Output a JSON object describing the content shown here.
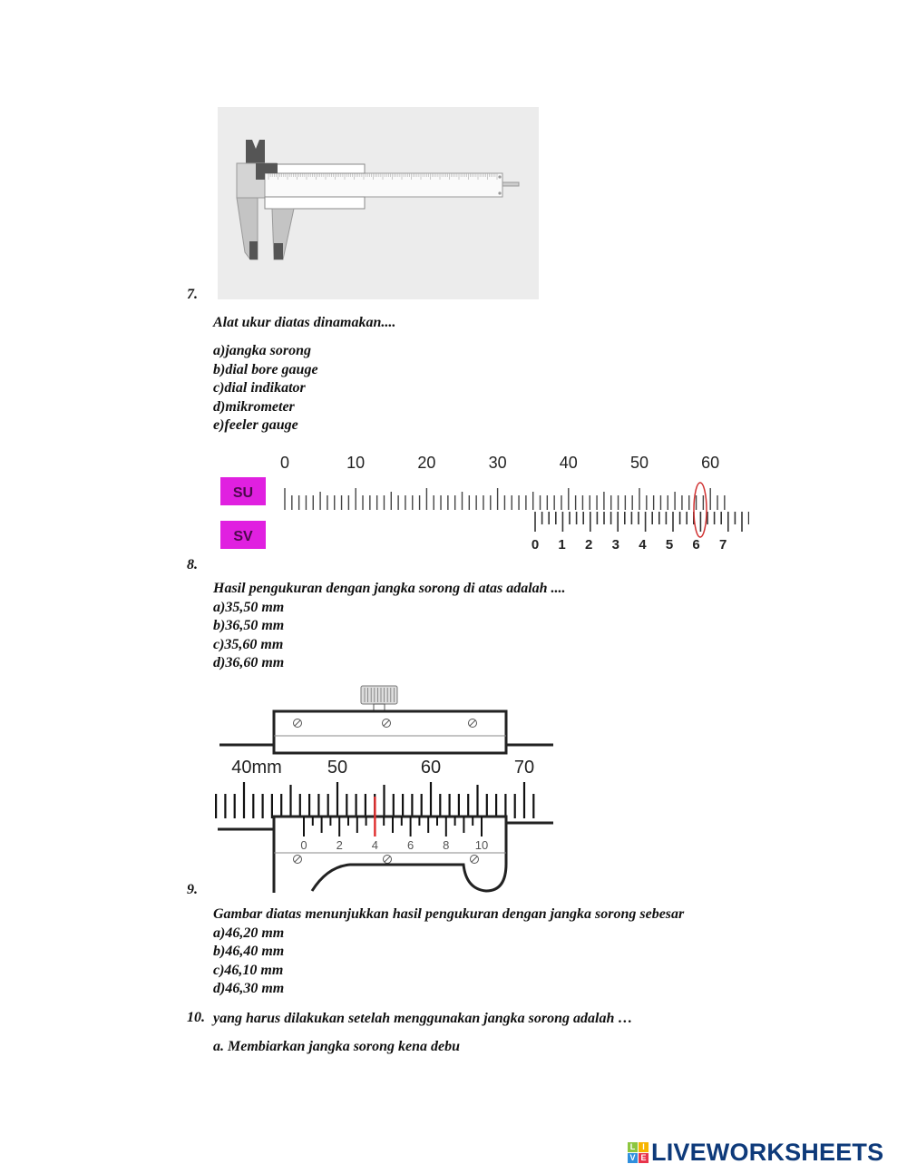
{
  "questions": [
    {
      "number": "7.",
      "figure": "vernier-caliper-illustration",
      "prompt": "Alat ukur diatas dinamakan....",
      "options": [
        "a)jangka sorong",
        "b)dial bore gauge",
        "c)dial indikator",
        "d)mikrometer",
        "e)feeler gauge"
      ]
    },
    {
      "number": "8.",
      "figure": {
        "name": "vernier-scale-reading",
        "main_scale_label": "SU",
        "vernier_scale_label": "SV",
        "main_scale_ticks": [
          "0",
          "10",
          "20",
          "30",
          "40",
          "50",
          "60"
        ],
        "vernier_scale_ticks": [
          "0",
          "1",
          "2",
          "3",
          "4",
          "5",
          "6",
          "7"
        ],
        "highlighted_vernier_tick": "6",
        "label_color": "#e020e0",
        "highlight_color": "#d03030"
      },
      "prompt": "Hasil pengukuran dengan jangka sorong di atas adalah ....",
      "options": [
        "a)35,50 mm",
        "b)36,50 mm",
        "c)35,60 mm",
        "d)36,60 mm"
      ]
    },
    {
      "number": "9.",
      "figure": {
        "name": "vernier-caliper-closeup",
        "main_scale_ticks": [
          "40mm",
          "50",
          "60",
          "70"
        ],
        "vernier_scale_ticks": [
          "0",
          "2",
          "4",
          "6",
          "8",
          "10"
        ],
        "highlighted_vernier_tick": "4",
        "highlight_color": "#e03030"
      },
      "prompt": "Gambar diatas menunjukkan hasil pengukuran dengan jangka sorong sebesar",
      "options": [
        "a)46,20 mm",
        "b)46,40 mm",
        "c)46,10 mm",
        "d)46,30 mm"
      ]
    },
    {
      "number": "10.",
      "prompt": "yang harus dilakukan setelah menggunakan jangka sorong adalah …",
      "options": [
        "a. Membiarkan jangka sorong kena debu"
      ]
    }
  ],
  "footer": {
    "logo_tiles": [
      "L",
      "I",
      "V",
      "E"
    ],
    "logo_tile_colors": [
      "#8dc63f",
      "#f7b500",
      "#2f8fdd",
      "#e8334a"
    ],
    "logo_text": "LIVEWORKSHEETS",
    "logo_color": "#0e3a7a"
  }
}
